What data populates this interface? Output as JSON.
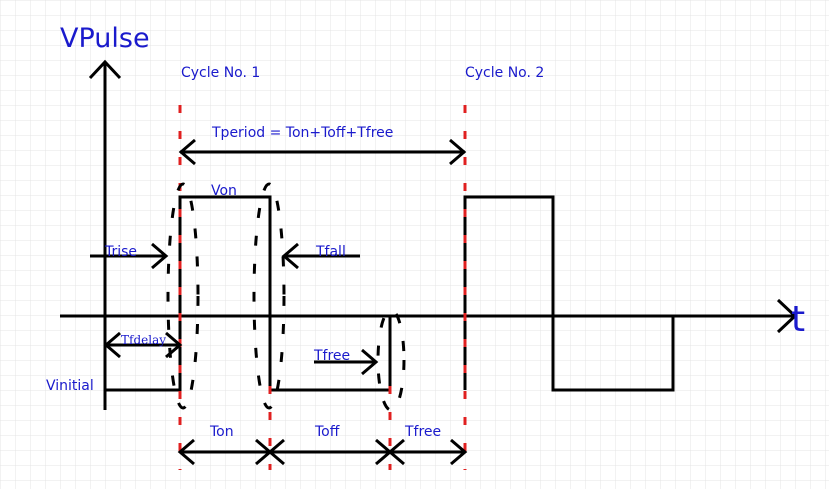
{
  "labels": {
    "y_axis": "VPulse",
    "x_axis": "t",
    "cycle1": "Cycle No. 1",
    "cycle2": "Cycle No. 2",
    "tperiod": "Tperiod = Ton+Toff+Tfree",
    "von": "Von",
    "trise": "Trise",
    "tfall": "Tfall",
    "tfdelay": "Tfdelay",
    "tfree_mid": "Tfree",
    "vinitial": "Vinitial",
    "ton": "Ton",
    "toff": "Toff",
    "tfree_bottom": "Tfree"
  },
  "colors": {
    "label_blue": "#1a1acc",
    "marker_red": "#e02020",
    "line": "#000000",
    "grid": "#e4e4e4"
  }
}
